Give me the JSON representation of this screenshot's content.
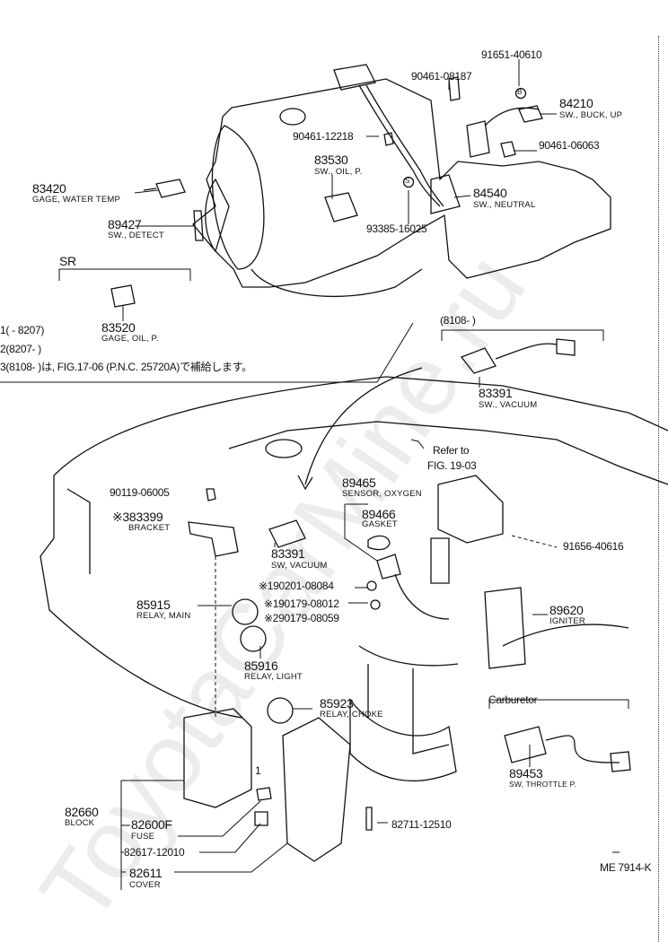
{
  "watermark": "ToyotaCarMine.ru",
  "diagram_code": "ME 7914-K",
  "sections": {
    "sr": "SR",
    "from_8108": "(8108-       )",
    "carburetor": "Carburetor",
    "refer_to": "Refer to",
    "refer_fig": "FIG. 19-03",
    "index_mark": "1"
  },
  "footnotes": [
    "1(       - 8207)",
    "2(8207-        )",
    "3(8108-        )は, FIG.17-06 (P.N.C. 25720A)で補給します。"
  ],
  "parts": [
    {
      "pn": "91651-40610",
      "desc": ""
    },
    {
      "pn": "90461-08187",
      "desc": ""
    },
    {
      "pn": "84210",
      "desc": "SW., BUCK, UP"
    },
    {
      "pn": "90461-12218",
      "desc": ""
    },
    {
      "pn": "90461-06063",
      "desc": ""
    },
    {
      "pn": "83530",
      "desc": "SW., OIL, P."
    },
    {
      "pn": "83420",
      "desc": "GAGE, WATER TEMP"
    },
    {
      "pn": "84540",
      "desc": "SW., NEUTRAL"
    },
    {
      "pn": "89427",
      "desc": "SW., DETECT"
    },
    {
      "pn": "93385-16025",
      "desc": ""
    },
    {
      "pn": "83520",
      "desc": "GAGE, OIL, P."
    },
    {
      "pn": "83391",
      "desc": "SW., VACUUM"
    },
    {
      "pn": "89465",
      "desc": "SENSOR, OXYGEN"
    },
    {
      "pn": "90119-06005",
      "desc": ""
    },
    {
      "pn": "※383399",
      "desc": "BRACKET"
    },
    {
      "pn": "89466",
      "desc": "GASKET"
    },
    {
      "pn": "91656-40616",
      "desc": ""
    },
    {
      "pn": "83391",
      "desc": "SW, VACUUM"
    },
    {
      "pn": "※190201-08084",
      "desc": ""
    },
    {
      "pn": "※190179-08012",
      "desc": ""
    },
    {
      "pn": "89620",
      "desc": "IGNITER"
    },
    {
      "pn": "85915",
      "desc": "RELAY, MAIN"
    },
    {
      "pn": "※290179-08059",
      "desc": ""
    },
    {
      "pn": "85916",
      "desc": "RELAY, LIGHT"
    },
    {
      "pn": "85923",
      "desc": "RELAY, CHOKE"
    },
    {
      "pn": "89453",
      "desc": "SW, THROTTLE P."
    },
    {
      "pn": "82660",
      "desc": "BLOCK"
    },
    {
      "pn": "82600F",
      "desc": "FUSE"
    },
    {
      "pn": "82711-12510",
      "desc": ""
    },
    {
      "pn": "82617-12010",
      "desc": ""
    },
    {
      "pn": "82611",
      "desc": "COVER"
    }
  ],
  "markers": {
    "b": "B",
    "s": "S"
  }
}
